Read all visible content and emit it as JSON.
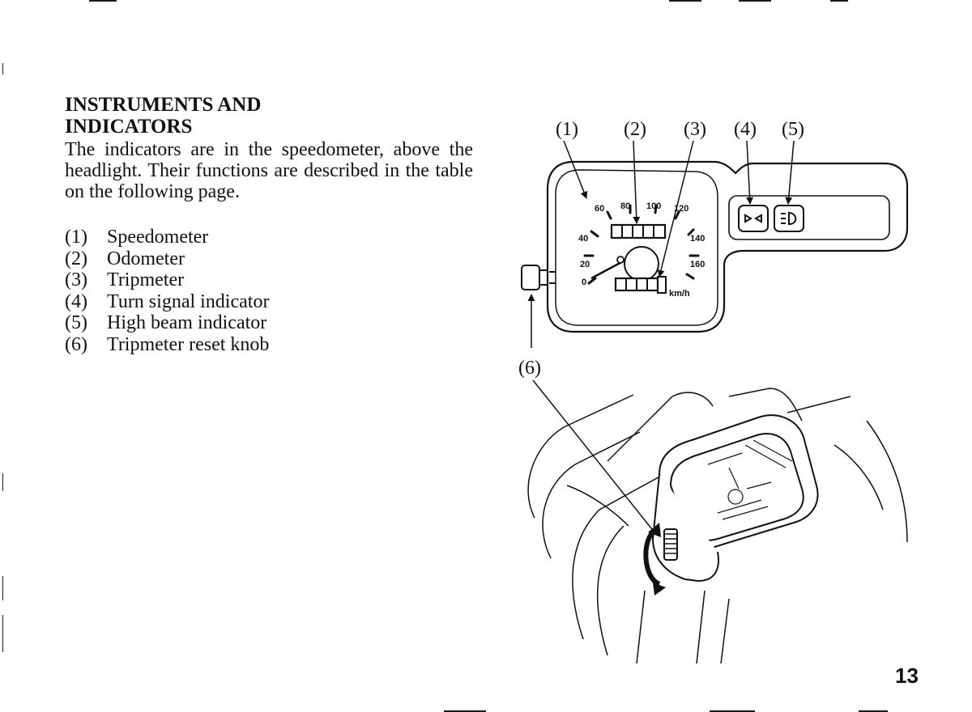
{
  "section": {
    "title_line1": "INSTRUMENTS AND",
    "title_line2": "INDICATORS",
    "intro": "The indicators are in the speedometer, above the headlight. Their functions are described in the table on the following page."
  },
  "legend": [
    {
      "num": "(1)",
      "label": "Speedometer"
    },
    {
      "num": "(2)",
      "label": "Odometer"
    },
    {
      "num": "(3)",
      "label": "Tripmeter"
    },
    {
      "num": "(4)",
      "label": "Turn signal indicator"
    },
    {
      "num": "(5)",
      "label": "High beam indicator"
    },
    {
      "num": "(6)",
      "label": "Tripmeter reset knob"
    }
  ],
  "figure": {
    "callouts": [
      "(1)",
      "(2)",
      "(3)",
      "(4)",
      "(5)",
      "(6)"
    ],
    "dial_marks": [
      "20",
      "40",
      "60",
      "80",
      "100",
      "120",
      "140",
      "160"
    ],
    "dial_zero": "0",
    "dial_unit": "km/h"
  },
  "page_number": "13"
}
